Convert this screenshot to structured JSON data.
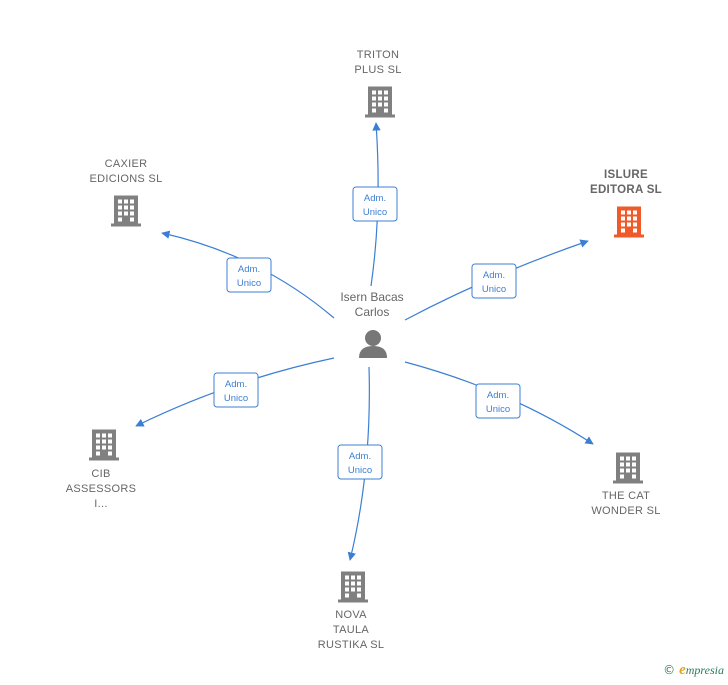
{
  "center": {
    "name_line1": "Isern Bacas",
    "name_line2": "Carlos",
    "icon": "person-icon"
  },
  "edge_label": {
    "line1": "Adm.",
    "line2": "Unico"
  },
  "companies": [
    {
      "id": "triton",
      "lines": [
        "TRITON",
        "PLUS SL"
      ],
      "highlight": false
    },
    {
      "id": "caxier",
      "lines": [
        "CAXIER",
        "EDICIONS  SL"
      ],
      "highlight": false
    },
    {
      "id": "islure",
      "lines": [
        "ISLURE",
        "EDITORA  SL"
      ],
      "highlight": true
    },
    {
      "id": "cib",
      "lines": [
        "CIB",
        "ASSESSORS",
        "I..."
      ],
      "highlight": false
    },
    {
      "id": "nova",
      "lines": [
        "NOVA",
        "TAULA",
        "RUSTIKA  SL"
      ],
      "highlight": false
    },
    {
      "id": "thecat",
      "lines": [
        "THE CAT",
        "WONDER SL"
      ],
      "highlight": false
    }
  ],
  "colors": {
    "edge": "#3b7fd4",
    "building": "#808080",
    "building_highlight": "#f05a28",
    "person": "#777777"
  },
  "footer": {
    "copyright": "©",
    "brand_first": "e",
    "brand_rest": "mpresia"
  }
}
